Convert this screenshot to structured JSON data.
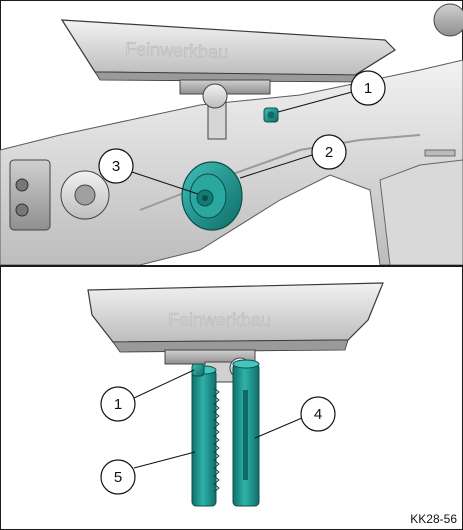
{
  "brand_text": "Feinwerkbau",
  "figure_code": "KK28-56",
  "callouts": {
    "top": [
      "1",
      "2",
      "3"
    ],
    "bottom": [
      "1",
      "4",
      "5"
    ]
  },
  "colors": {
    "teal": "#1f9a94",
    "teal_dark": "#0e6b66",
    "metal_light": "#e6e6e6",
    "metal_mid": "#c9c9c9",
    "metal_dark": "#8e8e8e",
    "outline": "#3a3a3a"
  }
}
